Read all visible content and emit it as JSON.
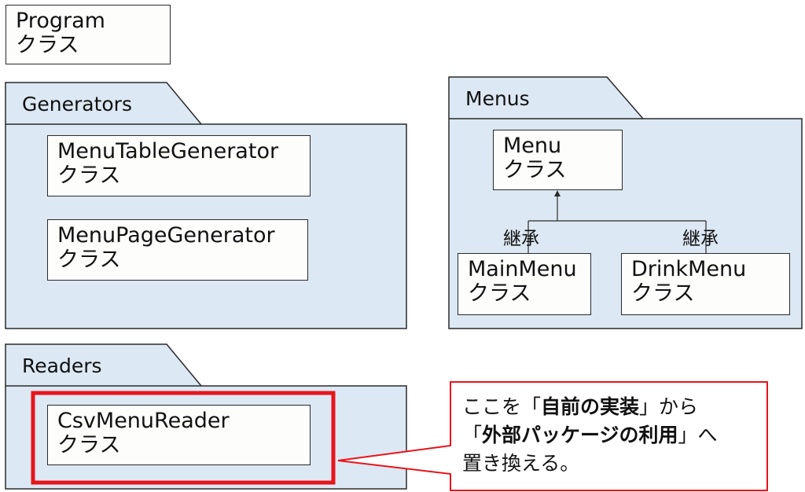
{
  "program": {
    "name": "Program",
    "kind": "クラス"
  },
  "generators": {
    "name": "Generators",
    "classes": [
      {
        "name": "MenuTableGenerator",
        "kind": "クラス"
      },
      {
        "name": "MenuPageGenerator",
        "kind": "クラス"
      }
    ]
  },
  "menus": {
    "name": "Menus",
    "base": {
      "name": "Menu",
      "kind": "クラス"
    },
    "children": [
      {
        "name": "MainMenu",
        "kind": "クラス"
      },
      {
        "name": "DrinkMenu",
        "kind": "クラス"
      }
    ],
    "inherit_label": "継承"
  },
  "readers": {
    "name": "Readers",
    "classes": [
      {
        "name": "CsvMenuReader",
        "kind": "クラス"
      }
    ]
  },
  "callout": {
    "line1_pre": "ここを「",
    "line1_bold": "自前の実装",
    "line1_post": "」から",
    "line2_pre": "「",
    "line2_bold": "外部パッケージの利用",
    "line2_post": "」へ",
    "line3": "置き換える。"
  },
  "colors": {
    "package_fill": "#dce8f4",
    "line": "#2a2a2a",
    "highlight": "#e8141b"
  }
}
